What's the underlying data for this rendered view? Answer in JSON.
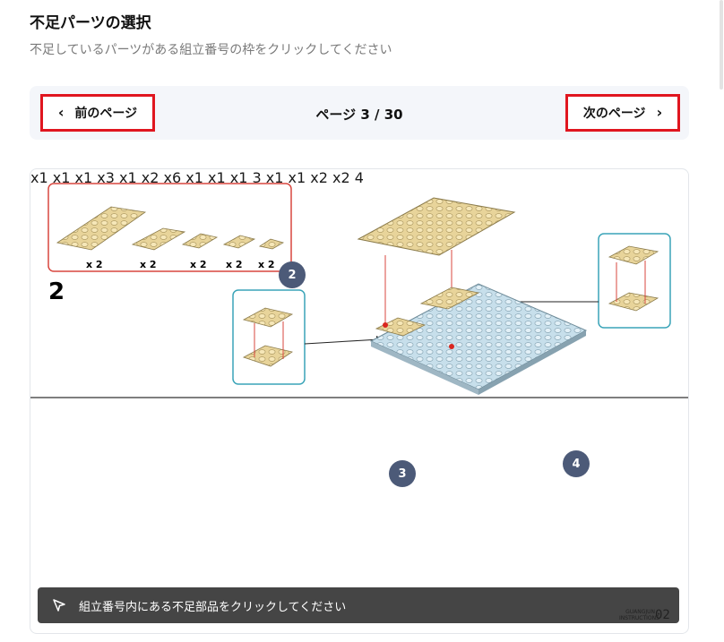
{
  "header": {
    "title": "不足パーツの選択",
    "subtitle": "不足しているパーツがある組立番号の枠をクリックしてください"
  },
  "pager": {
    "prev_label": "前のページ",
    "next_label": "次のページ",
    "prev_icon": "chevron-left-icon",
    "next_icon": "chevron-right-icon",
    "page_indicator": "ページ 3 / 30",
    "current_page": 3,
    "total_pages": 30
  },
  "manual": {
    "steps": [
      {
        "number": "2",
        "badge": "2",
        "parts": [
          {
            "qty": "x 2",
            "color": "#e8d49a"
          },
          {
            "qty": "x 2",
            "color": "#e8d49a"
          },
          {
            "qty": "x 2",
            "color": "#e8d49a"
          },
          {
            "qty": "x 2",
            "color": "#e8d49a"
          },
          {
            "qty": "x 2",
            "color": "#e8d49a"
          }
        ]
      },
      {
        "number": "3",
        "badge": "3",
        "parts": [
          {
            "qty": "x1",
            "color": "#e8d49a"
          },
          {
            "qty": "x1",
            "color": "#e8d49a"
          },
          {
            "qty": "x1",
            "color": "#9e1b16"
          },
          {
            "qty": "x3",
            "color": "#9e1b16"
          },
          {
            "qty": "x1",
            "color": "#d6dde0"
          },
          {
            "qty": "x2",
            "color": "#9e1b16"
          },
          {
            "qty": "x6",
            "color": "#d6dde0"
          },
          {
            "qty": "x1",
            "color": "#7f7f7f"
          },
          {
            "qty": "x1",
            "color": "#e6e9ea"
          },
          {
            "qty": "x1",
            "color": "#e6e9ea"
          }
        ]
      },
      {
        "number": "4",
        "badge": "4",
        "parts": [
          {
            "qty": "x1",
            "color": "#9e1b16"
          },
          {
            "qty": "x1",
            "color": "#d6dde0"
          },
          {
            "qty": "x2",
            "color": "#9e1b16"
          },
          {
            "qty": "x2",
            "color": "#9e1b16"
          }
        ]
      }
    ],
    "brand_mark": "GUANGJUN INSTRUCTIONS",
    "page_number": "02"
  },
  "hint": {
    "icon": "cursor-arrow-icon",
    "text": "組立番号内にある不足部品をクリックしてください"
  },
  "colors": {
    "accent_red": "#e0161f",
    "badge": "#4c5a78",
    "tan": "#e8d49a",
    "light_blue": "#c7dfeb",
    "dark_red": "#9e1b16"
  }
}
